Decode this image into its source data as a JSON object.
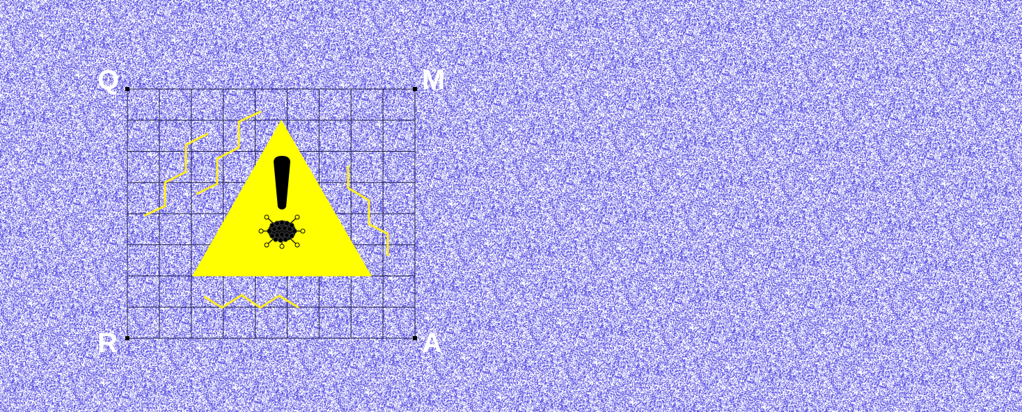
{
  "colors": {
    "background": "#8a84ee",
    "noise_light": "#ffffff",
    "noise_dark": "#5a52e0",
    "grid_line": "#1c1c4a",
    "warning_fill": "#ffff00",
    "zigzag": "#ffee22",
    "glyph": "#000000",
    "label": "#ffffff"
  },
  "grid": {
    "columns": 9,
    "rows": 8
  },
  "corners": {
    "top_left": "Q",
    "top_right": "M",
    "bottom_left": "R",
    "bottom_right": "A"
  },
  "icons": {
    "warning": "warning-triangle-icon",
    "exclamation": "exclamation-mark-icon",
    "hazard": "virus-hazard-icon"
  }
}
